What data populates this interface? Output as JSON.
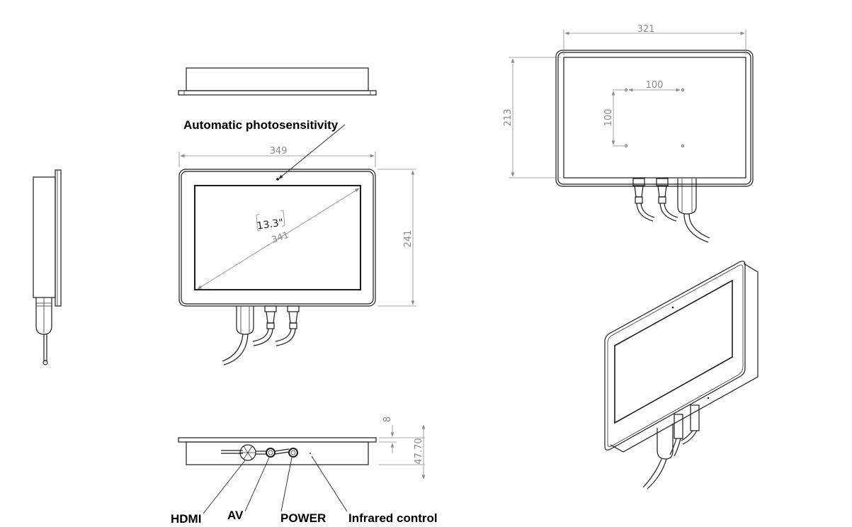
{
  "title": "13.3 inch panel mount display dimension drawing",
  "callouts": {
    "photosensor": "Automatic photosensitivity",
    "hdmi": "HDMI",
    "av": "AV",
    "power": "POWER",
    "infrared": "Infrared control"
  },
  "dimensions": {
    "front_width": "349",
    "front_height": "241",
    "screen_diagonal_mm": "341",
    "screen_diagonal_inch": "13.3\"",
    "rear_width": "321",
    "rear_height": "213",
    "vesa_horizontal": "100",
    "vesa_vertical": "100",
    "bezel_thickness": "8",
    "total_depth": "47.70"
  },
  "views": [
    "side-view",
    "top-view",
    "front-view",
    "bottom-view",
    "rear-view",
    "isometric-view"
  ],
  "colors": {
    "line": "#1a1a1a",
    "dimension": "#8a8a8a",
    "background": "#ffffff"
  }
}
